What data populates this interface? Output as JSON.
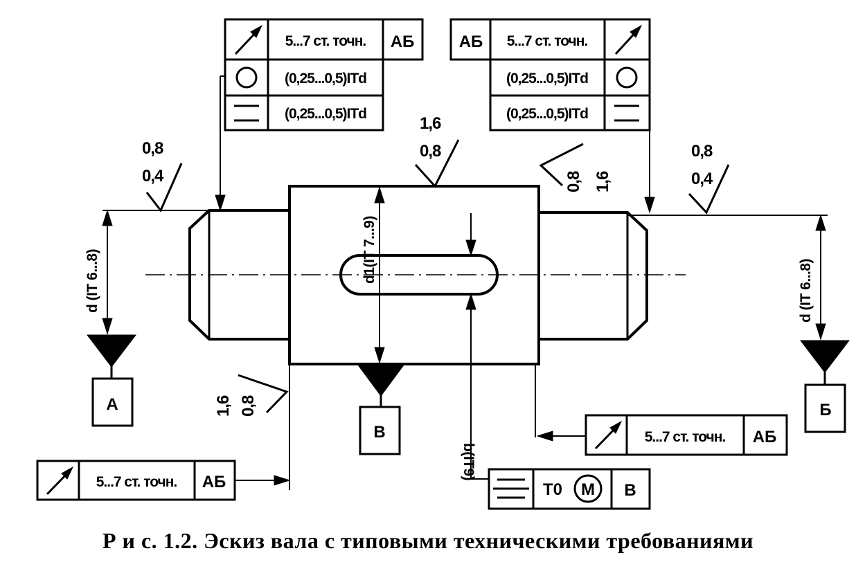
{
  "caption": "Р и с. 1.2. Эскиз вала с типовыми техническими требованиями",
  "datums": {
    "a": "А",
    "b": "Б",
    "v": "В"
  },
  "fcf_left": {
    "row1_value": "5...7 ст. точн.",
    "row1_datum": "АБ",
    "row2_value": "(0,25...0,5)ITd",
    "row3_value": "(0,25...0,5)ITd"
  },
  "fcf_right": {
    "row1_datum": "АБ",
    "row1_value": "5...7 ст. точн.",
    "row2_value": "(0,25...0,5)ITd",
    "row3_value": "(0,25...0,5)ITd"
  },
  "fcf_bottom_left": {
    "value": "5...7 ст. точн.",
    "datum": "АБ"
  },
  "fcf_bottom_right": {
    "value": "5...7 ст. точн.",
    "datum": "АБ"
  },
  "fcf_keyway": {
    "tolerance": "Т0",
    "modifier": "M",
    "datum": "В"
  },
  "roughness": {
    "left_journal": [
      "0,8",
      "0,4"
    ],
    "center": [
      "1,6",
      "0,8"
    ],
    "center_shoulder": [
      "0,8",
      "1,6"
    ],
    "right_journal": [
      "0,8",
      "0,4"
    ],
    "left_shoulder": [
      "1,6",
      "0,8"
    ]
  },
  "dimensions": {
    "d_left": "d (IT 6...8)",
    "d_right": "d (IT 6...8)",
    "d1": "d1(IT 7...9)",
    "b": "b(IT9)"
  }
}
